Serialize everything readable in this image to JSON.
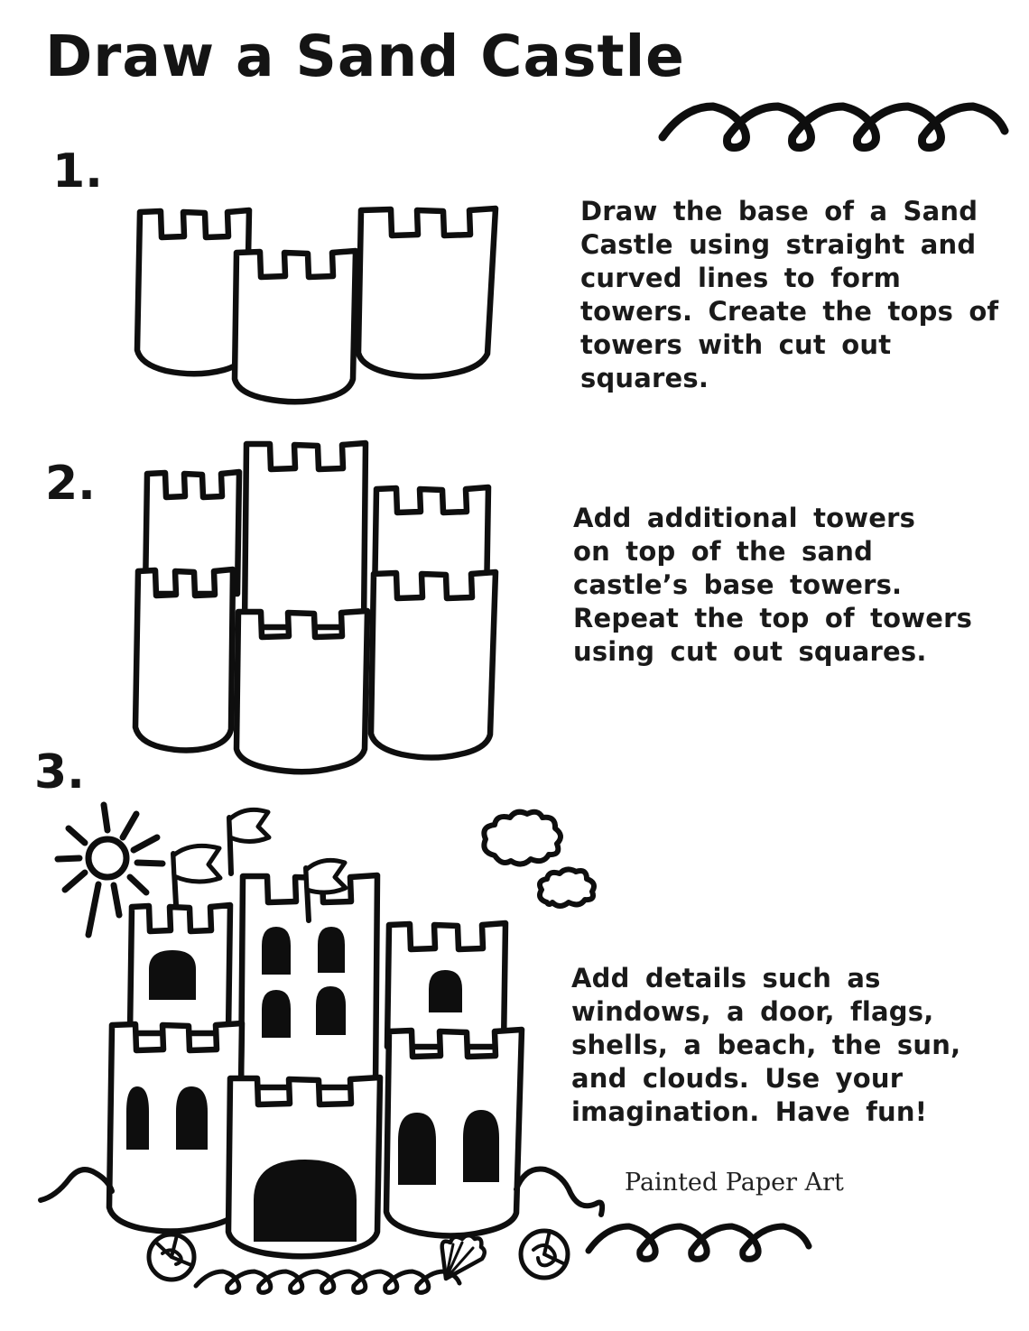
{
  "title": "Draw a Sand Castle",
  "credit": "Painted Paper Art",
  "steps": [
    {
      "number": "1.",
      "lines": [
        "Draw the base of a Sand",
        "Castle using straight and",
        "curved lines to form",
        "towers. Create the tops of",
        "towers with cut out",
        "squares."
      ]
    },
    {
      "number": "2.",
      "lines": [
        "Add additional towers",
        "on top of the sand",
        "castle’s base towers.",
        "Repeat the top of towers",
        "using cut out squares."
      ]
    },
    {
      "number": "3.",
      "lines": [
        "Add details such as",
        "windows, a door, flags,",
        "shells, a beach, the sun,",
        "and clouds. Use your",
        "imagination. Have fun!"
      ]
    }
  ],
  "decorations": {
    "top_wave": "ocean-wave squiggle",
    "bottom_wave": "ocean-wave squiggle",
    "ink_color": "#0e0e0e",
    "step3_details": [
      "sun",
      "flags",
      "clouds",
      "windows",
      "door",
      "beach line",
      "seashells",
      "water squiggle"
    ]
  }
}
